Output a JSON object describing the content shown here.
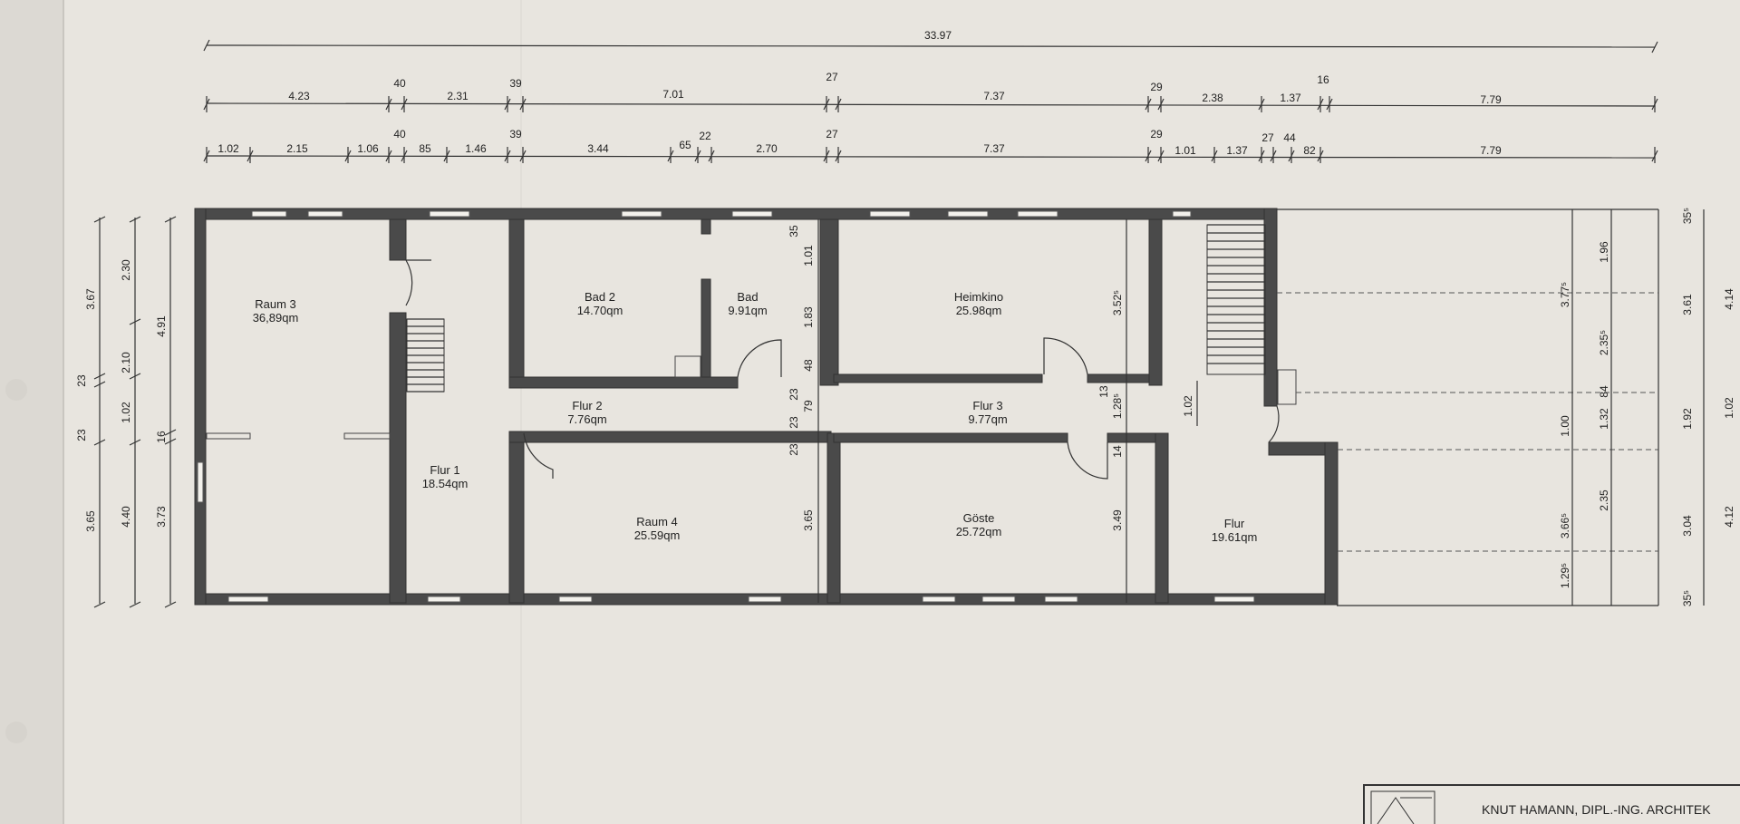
{
  "overall_dimension": "33.97",
  "dims_row2": [
    "4.23",
    "40",
    "2.31",
    "39",
    "7.01",
    "27",
    "7.37",
    "29",
    "2.38",
    "1.37",
    "16",
    "7.79"
  ],
  "dims_row3": [
    "1.02",
    "2.15",
    "1.06",
    "40",
    "85",
    "1.46",
    "39",
    "3.44",
    "65",
    "22",
    "2.70",
    "27",
    "7.37",
    "29",
    "1.01",
    "1.37",
    "27",
    "44",
    "82",
    "7.79"
  ],
  "left_dims_outer": [
    "3.67",
    "23",
    "23",
    "3.65"
  ],
  "left_dims_mid": [
    "2.30",
    "2.10",
    "1.02",
    "4.40"
  ],
  "left_dims_inner": [
    "4.91",
    "16",
    "3.73"
  ],
  "inner_dims_1": [
    "35",
    "1.01",
    "1.83",
    "48",
    "23",
    "79",
    "23",
    "23",
    "3.65"
  ],
  "inner_dims_2": [
    "3.52⁵",
    "13",
    "1.28⁵",
    "14",
    "3.49"
  ],
  "inner_dims_3": [
    "1.02"
  ],
  "right_dims_1": [
    "3.77⁵",
    "1.00",
    "3.66⁵",
    "1.29⁵"
  ],
  "right_dims_2": [
    "1.96",
    "2.35⁵",
    "84",
    "1.32",
    "2.35"
  ],
  "right_dims_3": [
    "35⁵",
    "3.61",
    "1.92",
    "3.04",
    "35⁵"
  ],
  "right_dims_4": [
    "4.14",
    "1.02",
    "4.12"
  ],
  "rooms": [
    {
      "name": "Raum 3",
      "area": "36,89qm"
    },
    {
      "name": "Flur 1",
      "area": "18.54qm"
    },
    {
      "name": "Bad 2",
      "area": "14.70qm"
    },
    {
      "name": "Bad",
      "area": "9.91qm"
    },
    {
      "name": "Flur 2",
      "area": "7.76qm"
    },
    {
      "name": "Raum 4",
      "area": "25.59qm"
    },
    {
      "name": "Heimkino",
      "area": "25.98qm"
    },
    {
      "name": "Flur 3",
      "area": "9.77qm"
    },
    {
      "name": "Göste",
      "area": "25.72qm"
    },
    {
      "name": "Flur",
      "area": "19.61qm"
    }
  ],
  "title_block": {
    "architect": "KNUT HAMANN,  DIPL.-ING. ARCHITEK"
  }
}
